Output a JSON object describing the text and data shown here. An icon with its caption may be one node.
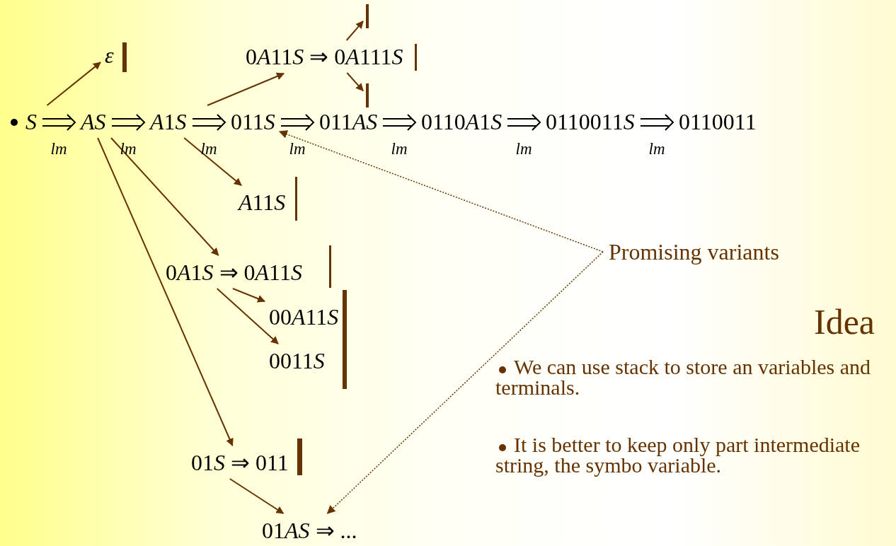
{
  "diagram": {
    "nodes": [
      {
        "text": [
          "S"
        ]
      },
      {
        "text": [
          "AS"
        ]
      },
      {
        "text": [
          "A1S"
        ]
      },
      {
        "text": [
          "011S"
        ]
      },
      {
        "text": [
          "011AS"
        ]
      },
      {
        "text": [
          "0110A1S"
        ]
      },
      {
        "text": [
          "0110011S"
        ]
      },
      {
        "text": [
          "0110011"
        ]
      },
      {
        "text": [
          "ε"
        ]
      },
      {
        "text": [
          "0A11S ⇒ 0A111S"
        ]
      },
      {
        "text": [],
        "shape": "bar"
      },
      {
        "text": [],
        "shape": "bar"
      },
      {
        "text": [
          "A11S"
        ]
      },
      {
        "text": [
          "0A1S ⇒ 0A11S"
        ]
      },
      {
        "text": [
          "00A11S"
        ]
      },
      {
        "text": [
          "0011S"
        ]
      },
      {
        "text": [
          "01S ⇒ 011"
        ]
      },
      {
        "text": [
          "01AS ⇒ ..."
        ]
      },
      {
        "text": [
          "Promising variants"
        ]
      }
    ],
    "edges": [
      {
        "from": 0,
        "to": 1,
        "arrow": "to",
        "label": "lm",
        "color": "#000000"
      },
      {
        "from": 1,
        "to": 2,
        "arrow": "to",
        "label": "lm",
        "color": "#000000"
      },
      {
        "from": 2,
        "to": 3,
        "arrow": "to",
        "label": "lm",
        "color": "#000000"
      },
      {
        "from": 3,
        "to": 4,
        "arrow": "to",
        "label": "lm",
        "color": "#000000"
      },
      {
        "from": 4,
        "to": 5,
        "arrow": "to",
        "label": "lm",
        "color": "#000000"
      },
      {
        "from": 5,
        "to": 6,
        "arrow": "to",
        "label": "lm",
        "color": "#000000"
      },
      {
        "from": 6,
        "to": 7,
        "arrow": "to",
        "label": "lm",
        "color": "#000000"
      },
      {
        "from": 0,
        "to": 8,
        "arrow": "to"
      },
      {
        "from": 2,
        "to": 9,
        "arrow": "to"
      },
      {
        "from": 9,
        "to": 10,
        "arrow": "to"
      },
      {
        "from": 9,
        "to": 11,
        "arrow": "to"
      },
      {
        "from": 2,
        "to": 12,
        "arrow": "to"
      },
      {
        "from": 1,
        "to": 13,
        "arrow": "to"
      },
      {
        "from": 13,
        "to": 14,
        "arrow": "to"
      },
      {
        "from": 13,
        "to": 15,
        "arrow": "to"
      },
      {
        "from": 1,
        "to": 16,
        "arrow": "to"
      },
      {
        "from": 16,
        "to": 17,
        "arrow": "to"
      },
      {
        "from": 18,
        "to": 3,
        "arrow": "to",
        "style": "dashed"
      },
      {
        "from": 18,
        "to": 17,
        "arrow": "to",
        "style": "dashed"
      }
    ],
    "labels": [
      "Idea",
      "We can use stack to store an variables and terminals.",
      "It is better to keep only part intermediate string, the symbo variable."
    ]
  }
}
